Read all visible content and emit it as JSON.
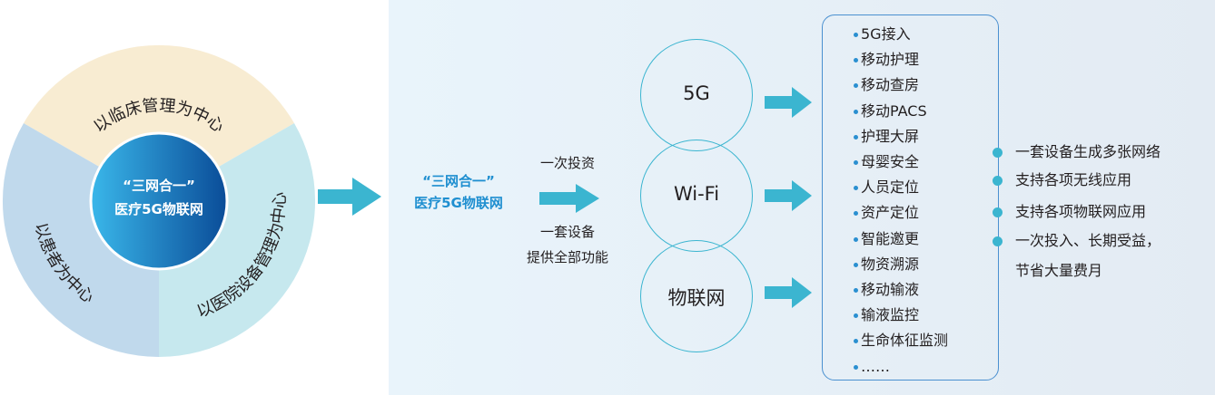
{
  "ring": {
    "center_line1": "“三网合一”",
    "center_line2": "医疗5G物联网",
    "sectors": [
      "以临床管理为中心",
      "以患者为中心",
      "以医院设备管理为中心"
    ]
  },
  "flow": {
    "title_line1": "“三网合一”",
    "title_line2": "医疗5G物联网",
    "arrow_top_label": "一次投资",
    "arrow_bottom_line1": "一套设备",
    "arrow_bottom_line2": "提供全部功能"
  },
  "networks": [
    "5G",
    "Wi-Fi",
    "物联网"
  ],
  "applications": [
    "5G接入",
    "移动护理",
    "移动查房",
    "移动PACS",
    "护理大屏",
    "母婴安全",
    "人员定位",
    "资产定位",
    "智能邀更",
    "物资溯源",
    "移动输液",
    "输液监控",
    "生命体征监测",
    "……"
  ],
  "benefits": [
    "一套设备生成多张网络",
    "支持各项无线应用",
    "支持各项物联网应用",
    "一次投入、长期受益，",
    "节省大量费月"
  ],
  "colors": {
    "accent": "#3bb5d0",
    "title_blue": "#1f8fd0",
    "sector_top": "#f8ecd2",
    "sector_left": "#c0d9ec",
    "sector_right": "#c6e8ee"
  }
}
